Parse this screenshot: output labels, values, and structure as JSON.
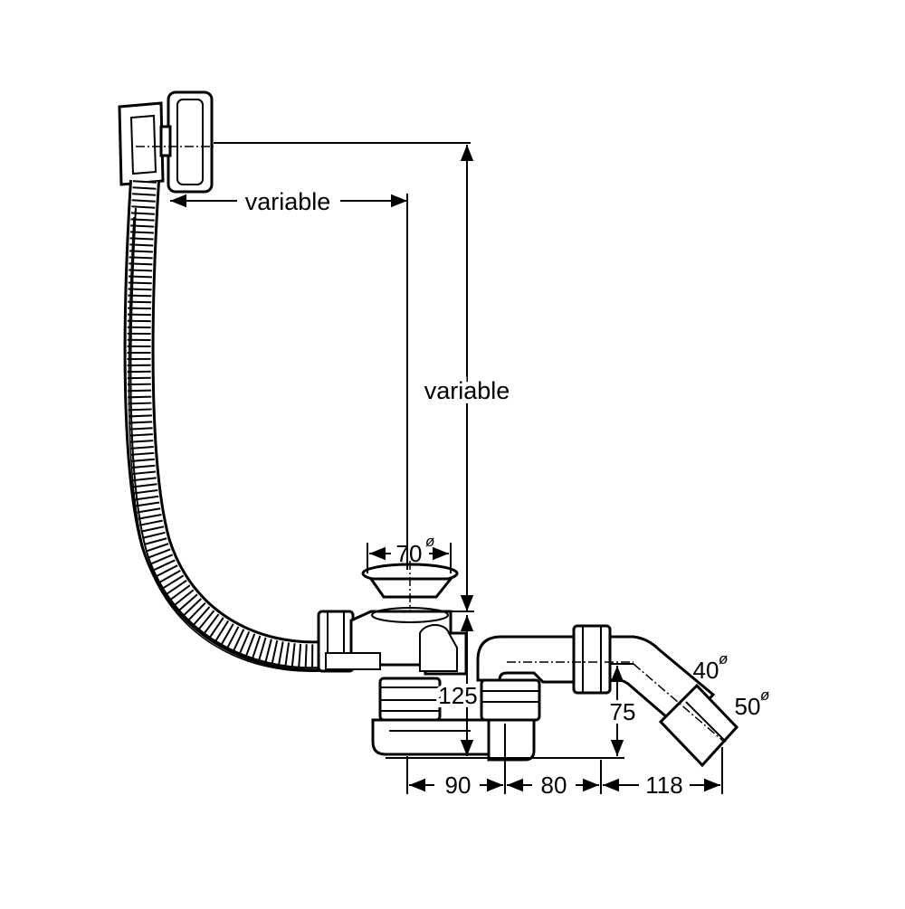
{
  "labels": {
    "variable_horizontal": "variable",
    "variable_vertical": "variable",
    "diameter_inlet": "70",
    "diameter_outlet_inner": "40",
    "diameter_outlet_outer": "50",
    "diameter_symbol": "ø",
    "height_trap": "125",
    "height_outlet": "75",
    "width_1": "90",
    "width_2": "80",
    "width_3": "118"
  },
  "colors": {
    "line": "#000000",
    "background": "#ffffff",
    "pipe_fill": "#f4f4f4"
  }
}
